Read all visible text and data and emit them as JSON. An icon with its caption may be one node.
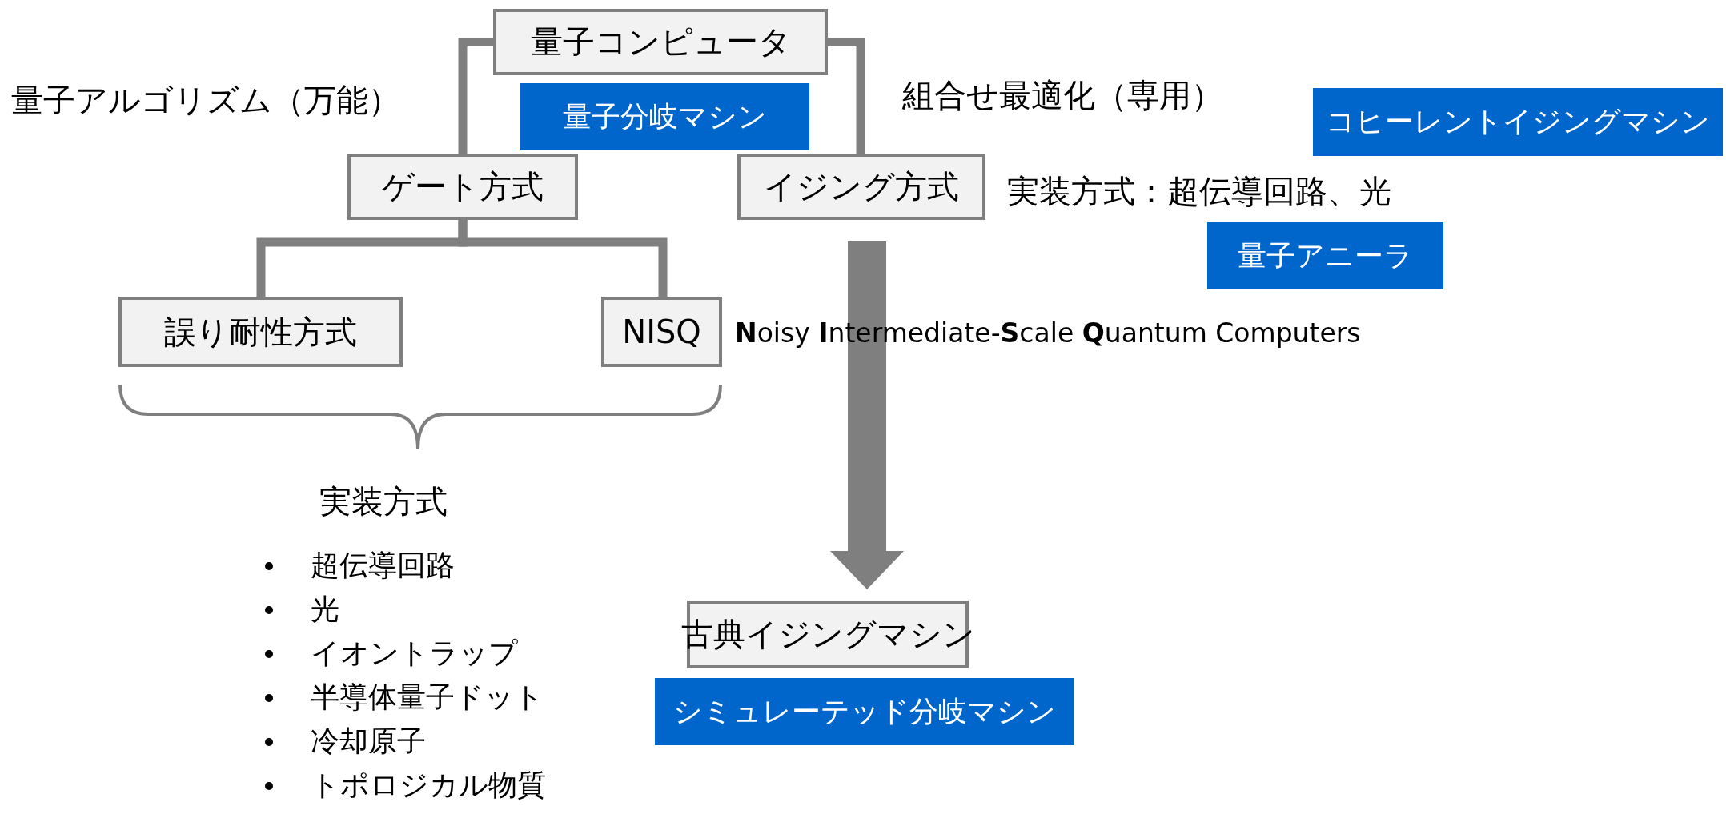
{
  "diagram": {
    "nodes": [
      {
        "text": [
          "量子コンピュータ"
        ]
      },
      {
        "text": [
          "量子分岐マシン"
        ]
      },
      {
        "text": [
          "ゲート方式"
        ]
      },
      {
        "text": [
          "イジング方式"
        ]
      },
      {
        "text": [
          "誤り耐性方式"
        ]
      },
      {
        "text": [
          "NISQ"
        ]
      },
      {
        "text": [
          "古典イジングマシン"
        ]
      },
      {
        "text": [
          "シミュレーテッド分岐マシン"
        ]
      },
      {
        "text": [
          "コヒーレントイジングマシン"
        ]
      },
      {
        "text": [
          "量子アニーラ"
        ]
      }
    ],
    "edges": [
      {
        "from": 0,
        "to": 2,
        "arrow": "none"
      },
      {
        "from": 0,
        "to": 3,
        "arrow": "none"
      },
      {
        "from": 2,
        "to": 4,
        "arrow": "none"
      },
      {
        "from": 2,
        "to": 5,
        "arrow": "none"
      },
      {
        "from": 3,
        "to": 6,
        "arrow": "to",
        "style": "thick"
      }
    ],
    "labels": [
      "量子アルゴリズム（万能）",
      "組合せ最適化（専用）",
      "実装方式：超伝導回路、光",
      "**N**oisy **I**ntermediate-**S**cale **Q**uantum Computers",
      "実装方式",
      "超伝導回路",
      "光",
      "イオントラップ",
      "半導体量子ドット",
      "冷却原子",
      "トポロジカル物質"
    ]
  }
}
